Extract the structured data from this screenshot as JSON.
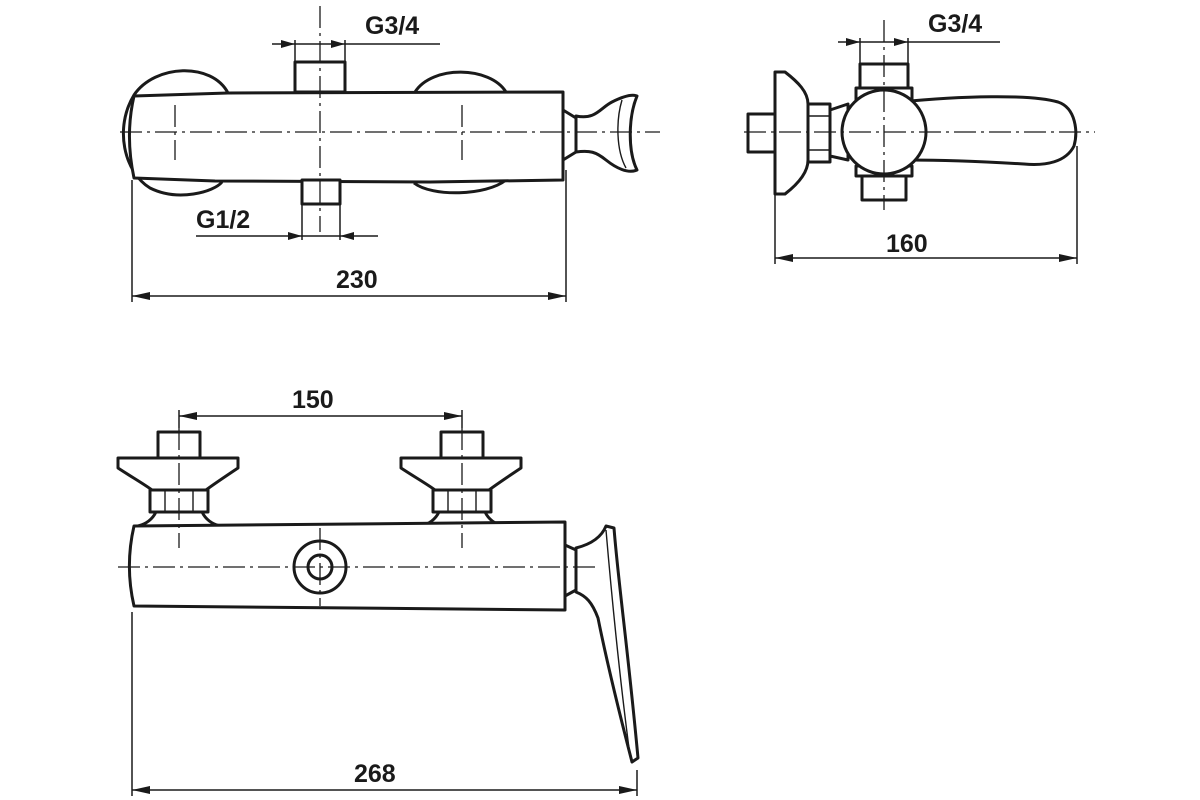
{
  "diagram": {
    "top_view": {
      "overall_length": "230",
      "outlet_thread": "G3/4",
      "inlet_thread": "G1/2"
    },
    "side_view": {
      "overall_depth": "160",
      "outlet_thread": "G3/4"
    },
    "front_view": {
      "inlet_spacing": "150",
      "overall_length": "268"
    },
    "colors": {
      "line": "#1a1a1a",
      "background": "#ffffff"
    }
  }
}
